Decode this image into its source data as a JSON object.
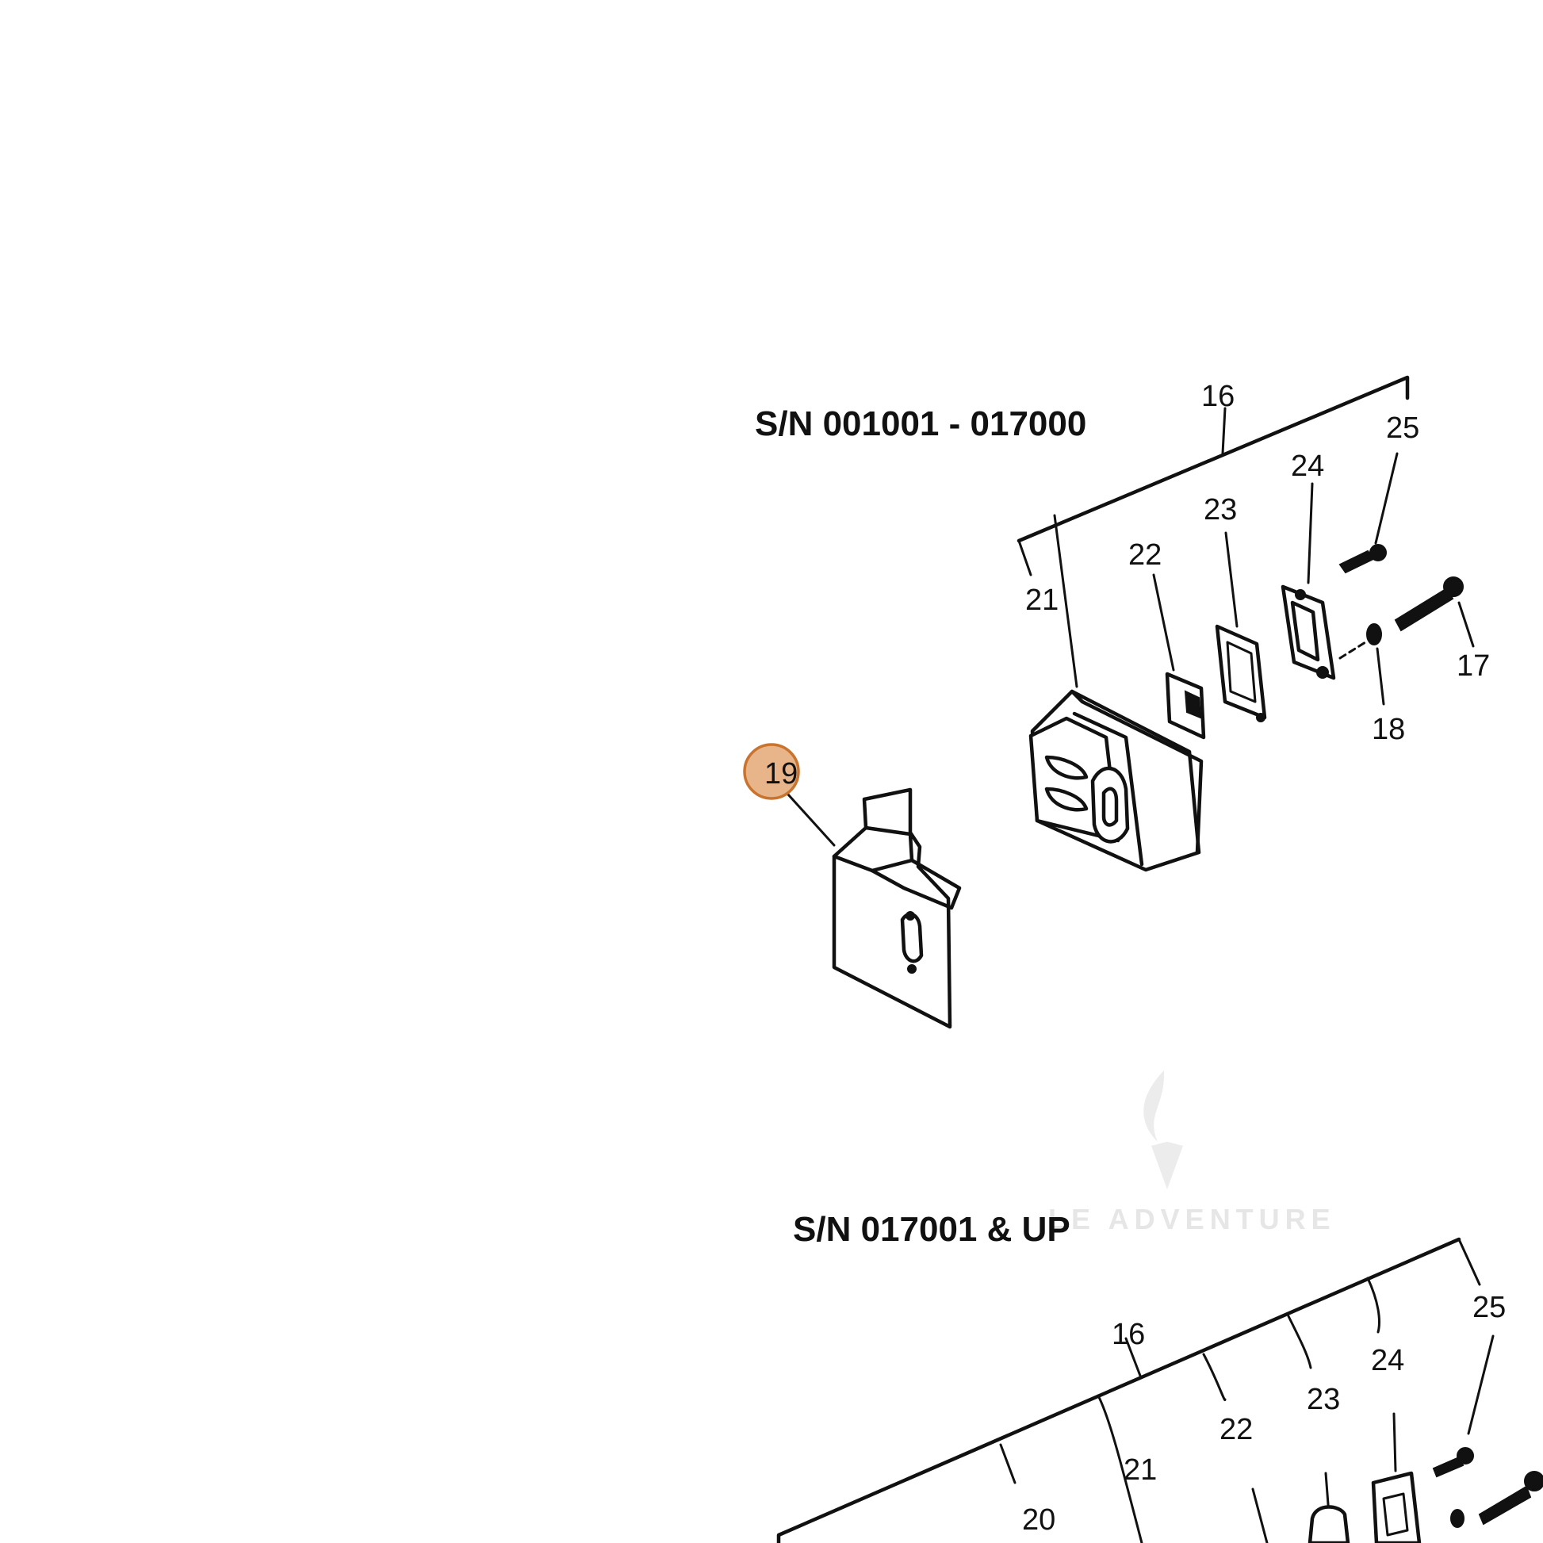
{
  "headings": {
    "upper": "S/N 001001 - 017000",
    "lower": "S/N 017001 & UP"
  },
  "watermark": "LE ADVENTURE",
  "highlight": {
    "label": "19",
    "color": "#e8b48a",
    "border_color": "#c8742e"
  },
  "upper_callouts": {
    "c16": "16",
    "c25": "25",
    "c24": "24",
    "c23": "23",
    "c22": "22",
    "c21": "21",
    "c17": "17",
    "c18": "18"
  },
  "lower_callouts": {
    "c16": "16",
    "c25": "25",
    "c24": "24",
    "c23": "23",
    "c22": "22",
    "c21": "21",
    "c20": "20"
  }
}
